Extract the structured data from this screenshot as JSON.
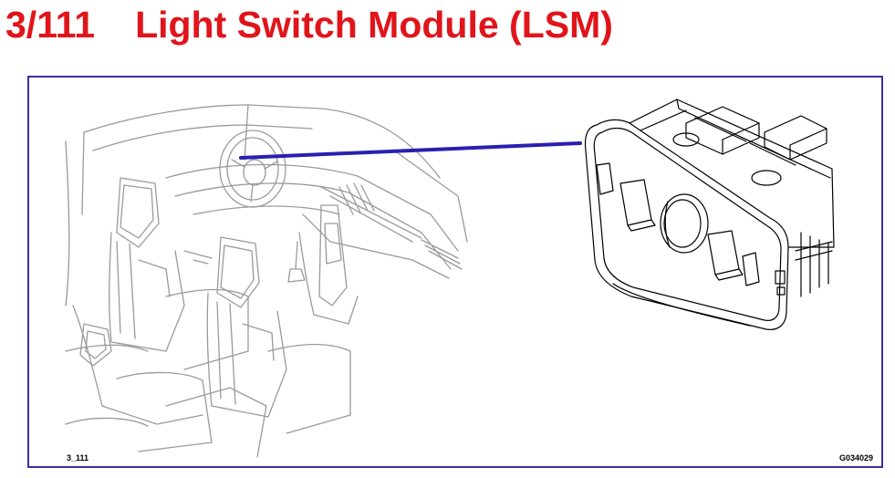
{
  "header": {
    "figure_number": "3/111",
    "title": "Light Switch Module (LSM)"
  },
  "figure": {
    "code_left": "3_111",
    "code_right": "G034029"
  },
  "colors": {
    "title": "#e0151b",
    "frame": "#3b2fa6",
    "leader_line": "#2b1fb0",
    "line_art": "#9a9a9a",
    "module_art": "#000000"
  }
}
